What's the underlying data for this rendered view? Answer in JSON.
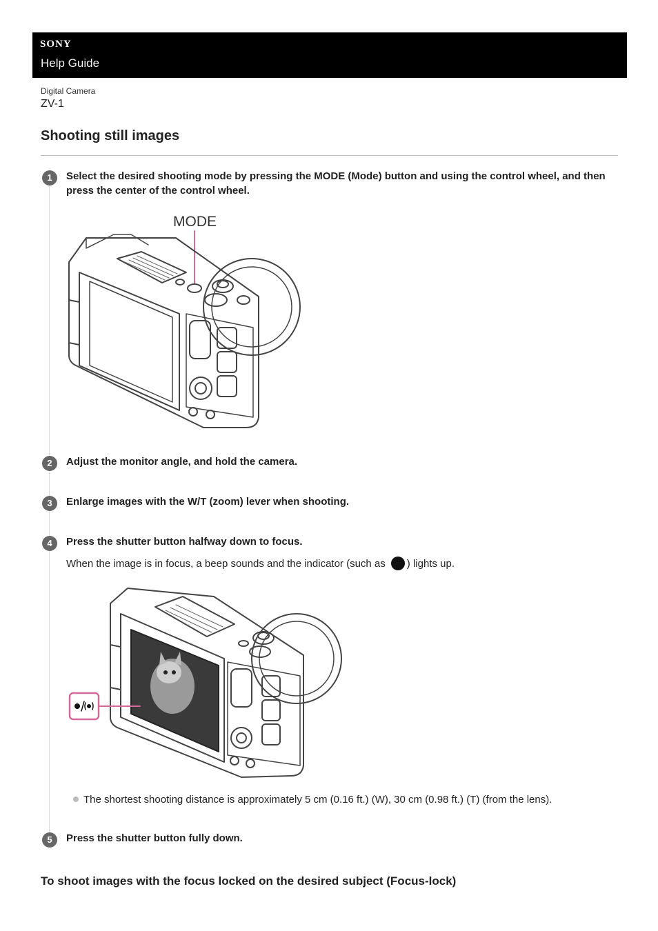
{
  "header": {
    "brand": "SONY",
    "title": "Help Guide"
  },
  "breadcrumb": {
    "category": "Digital Camera",
    "model": "ZV-1"
  },
  "page_title": "Shooting still images",
  "steps": [
    {
      "num": "1",
      "text": "Select the desired shooting mode by pressing the MODE (Mode) button and using the control wheel, and then press the center of the control wheel."
    },
    {
      "num": "2",
      "text": "Adjust the monitor angle, and hold the camera."
    },
    {
      "num": "3",
      "text": "Enlarge images with the W/T (zoom) lever when shooting."
    },
    {
      "num": "4",
      "text": "Press the shutter button halfway down to focus."
    },
    {
      "num": "5",
      "text": "Press the shutter button fully down."
    }
  ],
  "step4_note": {
    "before": "When the image is in focus, a beep sounds and the indicator (such as",
    "after": ") lights up."
  },
  "figure1": {
    "callout_label": "MODE"
  },
  "bullet_note": "The shortest shooting distance is approximately 5 cm (0.16 ft.) (W), 30 cm (0.98 ft.) (T) (from the lens).",
  "subheading": "To shoot images with the focus locked on the desired subject (Focus-lock)",
  "colors": {
    "header_bg": "#000000",
    "step_badge": "#666666",
    "callout": "#d36a9a"
  }
}
